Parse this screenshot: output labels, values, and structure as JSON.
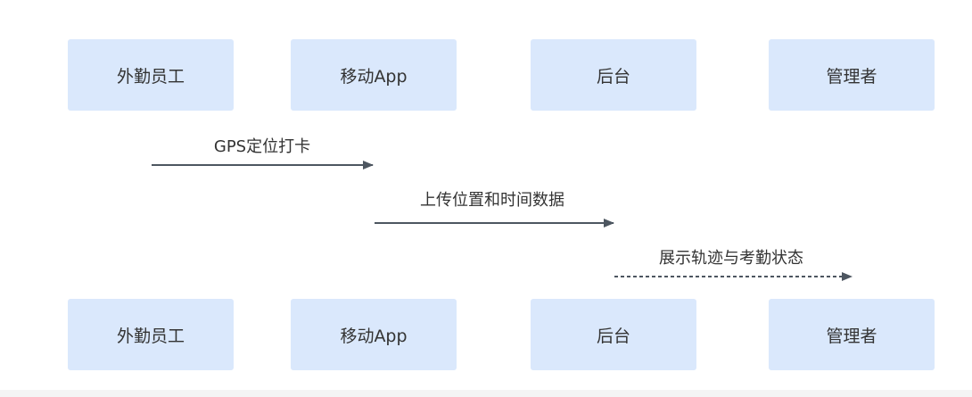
{
  "actors": [
    {
      "label": "外勤员工"
    },
    {
      "label": "移动App"
    },
    {
      "label": "后台"
    },
    {
      "label": "管理者"
    }
  ],
  "messages": [
    {
      "label": "GPS定位打卡",
      "from": 0,
      "to": 1,
      "style": "solid"
    },
    {
      "label": "上传位置和时间数据",
      "from": 1,
      "to": 2,
      "style": "solid"
    },
    {
      "label": "展示轨迹与考勤状态",
      "from": 2,
      "to": 3,
      "style": "dashed"
    }
  ],
  "colors": {
    "actor_fill": "#dae8fc",
    "arrow": "#4d5660",
    "text": "#333333"
  }
}
